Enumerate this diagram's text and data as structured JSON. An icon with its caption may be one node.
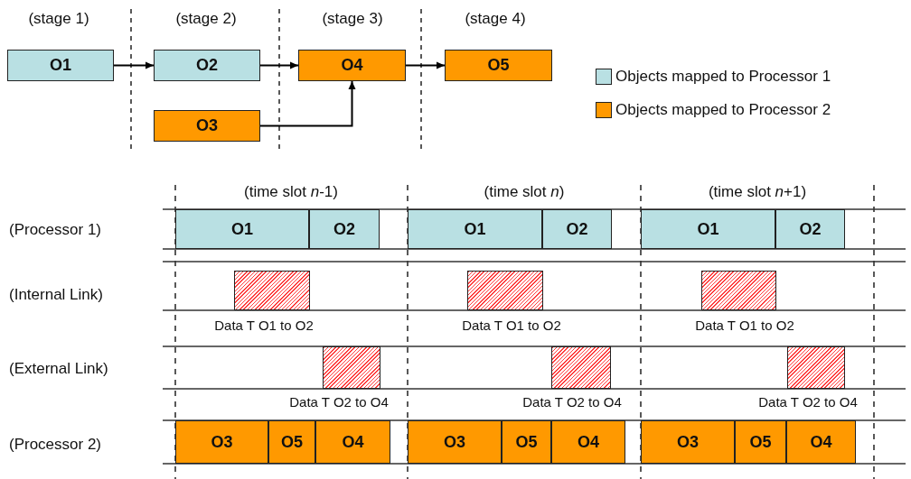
{
  "diagram": {
    "nodes": [
      {
        "text": [
          "O1"
        ]
      },
      {
        "text": [
          "O2"
        ]
      },
      {
        "text": [
          "O4"
        ]
      },
      {
        "text": [
          "O5"
        ]
      },
      {
        "text": [
          "O3"
        ]
      },
      {
        "text": [
          "O1"
        ]
      },
      {
        "text": [
          "O2"
        ]
      },
      {
        "text": [
          "O1"
        ]
      },
      {
        "text": [
          "O2"
        ]
      },
      {
        "text": [
          "O1"
        ]
      },
      {
        "text": [
          "O2"
        ]
      },
      {
        "text": [],
        "shape": "box"
      },
      {
        "text": [],
        "shape": "box"
      },
      {
        "text": [],
        "shape": "box"
      },
      {
        "text": [],
        "shape": "box"
      },
      {
        "text": [],
        "shape": "box"
      },
      {
        "text": [],
        "shape": "box"
      },
      {
        "text": [
          "O3"
        ]
      },
      {
        "text": [
          "O5"
        ]
      },
      {
        "text": [
          "O4"
        ]
      },
      {
        "text": [
          "O3"
        ]
      },
      {
        "text": [
          "O5"
        ]
      },
      {
        "text": [
          "O4"
        ]
      },
      {
        "text": [
          "O3"
        ]
      },
      {
        "text": [
          "O5"
        ]
      },
      {
        "text": [
          "O4"
        ]
      }
    ],
    "edges": [
      {
        "from": 0,
        "to": 1,
        "arrow": "to"
      },
      {
        "from": 1,
        "to": 2,
        "arrow": "to"
      },
      {
        "from": 2,
        "to": 3,
        "arrow": "to"
      },
      {
        "from": 4,
        "to": 2,
        "arrow": "to"
      }
    ],
    "labels": [
      "(stage 1)",
      "(stage 2)",
      "(stage 3)",
      "(stage 4)",
      "(time slot *n*-1)",
      "(time slot *n*)",
      "(time slot *n*+1)",
      "(Processor 1)",
      "(Internal Link)",
      "Data T O1 to O2",
      "Data T O1 to O2",
      "Data T O1 to O2",
      "(External Link)",
      "Data T O2 to O4",
      "Data T O2 to O4",
      "Data T O2 to O4",
      "(Processor 2)"
    ],
    "legend": [
      {
        "text": "Objects mapped to Processor 1",
        "color": "#b9e0e3"
      },
      {
        "text": "Objects mapped to Processor 2",
        "color": "#ff9900"
      }
    ]
  }
}
